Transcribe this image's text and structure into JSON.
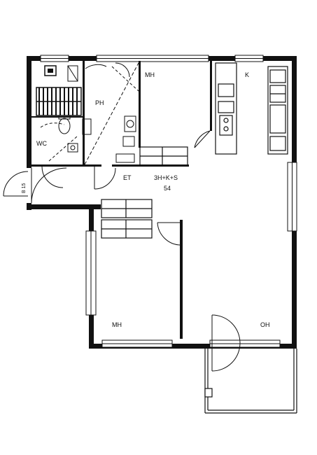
{
  "plan": {
    "rooms": [
      {
        "id": "mh1",
        "label": "MH"
      },
      {
        "id": "k",
        "label": "K"
      },
      {
        "id": "ph",
        "label": "PH"
      },
      {
        "id": "wc",
        "label": "WC"
      },
      {
        "id": "et",
        "label": "ET"
      },
      {
        "id": "oh",
        "label": "OH"
      },
      {
        "id": "mh2",
        "label": "MH"
      }
    ],
    "apartment_type": "3H+K+S",
    "area": "54",
    "entrance_level": "B 15"
  }
}
